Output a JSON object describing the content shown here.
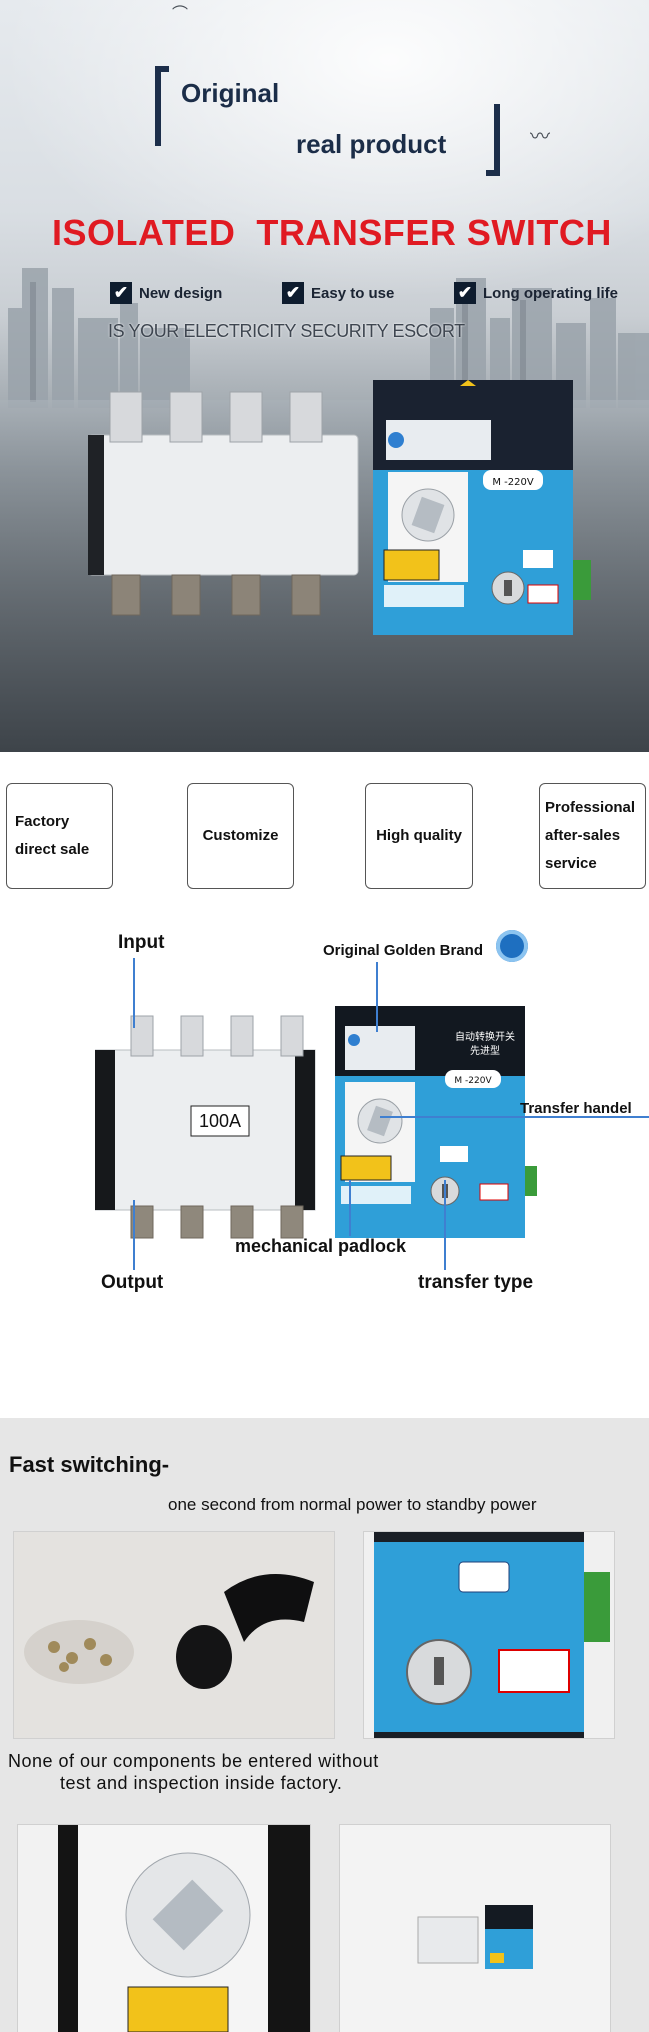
{
  "hero": {
    "title_line1": "Original",
    "title_line2": "real product",
    "headline": "ISOLATED  TRANSFER SWITCH",
    "features": [
      "New design",
      "Easy to use",
      "Long operating life"
    ],
    "tagline": "IS YOUR ELECTRICITY SECURITY ESCORT",
    "panel_label": "M -220V"
  },
  "tiles": [
    {
      "line1": "Factory",
      "line2": "direct sale"
    },
    {
      "line1": "Customize"
    },
    {
      "line1": "High quality"
    },
    {
      "line1": "Professional",
      "line2": "after-sales",
      "line3": "service"
    }
  ],
  "diagram": {
    "input": "Input",
    "output": "Output",
    "brand": "Original Golden Brand",
    "rating": "100A",
    "panel_label": "M -220V",
    "panel_cn_1": "自动转换开关",
    "panel_cn_2": "先进型",
    "transfer_handle": "Transfer handel",
    "padlock": "mechanical padlock",
    "transfer_type": "transfer type"
  },
  "fast": {
    "title": "Fast switching-",
    "subtitle": "one second from normal power to standby power",
    "note_line1": "None of our components be entered without",
    "note_line2": "test and inspection inside factory."
  },
  "colors": {
    "accent_red": "#e01a22",
    "navy": "#1b2d48",
    "panel_blue": "#2f9fd8",
    "leader_blue": "#3f7fd0",
    "padlock_yellow": "#f2c21a"
  }
}
